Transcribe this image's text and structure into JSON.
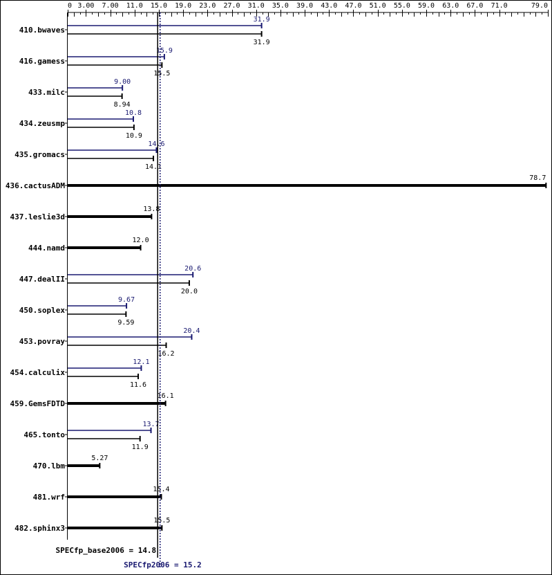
{
  "chart_data": {
    "type": "bar",
    "orientation": "horizontal",
    "colors": {
      "base": "#000000",
      "peak": "#191970"
    },
    "x_ticks": [
      "0",
      "3.00",
      "7.00",
      "11.0",
      "15.0",
      "19.0",
      "23.0",
      "27.0",
      "31.0",
      "35.0",
      "39.0",
      "43.0",
      "47.0",
      "51.0",
      "55.0",
      "59.0",
      "63.0",
      "67.0",
      "71.0",
      "79.0"
    ],
    "x_tick_values": [
      0,
      3,
      7,
      11,
      15,
      19,
      23,
      27,
      31,
      35,
      39,
      43,
      47,
      51,
      55,
      59,
      63,
      67,
      71,
      79
    ],
    "xlim": [
      0,
      79
    ],
    "categories": [
      "410.bwaves",
      "416.gamess",
      "433.milc",
      "434.zeusmp",
      "435.gromacs",
      "436.cactusADM",
      "437.leslie3d",
      "444.namd",
      "447.dealII",
      "450.soplex",
      "453.povray",
      "454.calculix",
      "459.GemsFDTD",
      "465.tonto",
      "470.lbm",
      "481.wrf",
      "482.sphinx3"
    ],
    "series": [
      {
        "name": "SPECfp2006",
        "role": "peak",
        "values": [
          31.9,
          15.9,
          9.0,
          10.8,
          14.6,
          null,
          null,
          null,
          20.6,
          9.67,
          20.4,
          12.1,
          null,
          13.7,
          null,
          null,
          null
        ],
        "labels": [
          "31.9",
          "15.9",
          "9.00",
          "10.8",
          "14.6",
          "",
          "",
          "",
          "20.6",
          "9.67",
          "20.4",
          "12.1",
          "",
          "13.7",
          "",
          "",
          ""
        ]
      },
      {
        "name": "SPECfp_base2006",
        "role": "base",
        "values": [
          31.9,
          15.5,
          8.94,
          10.9,
          14.1,
          78.7,
          13.8,
          12.0,
          20.0,
          9.59,
          16.2,
          11.6,
          16.1,
          11.9,
          5.27,
          15.4,
          15.5
        ],
        "labels": [
          "31.9",
          "15.5",
          "8.94",
          "10.9",
          "14.1",
          "78.7",
          "13.8",
          "12.0",
          "20.0",
          "9.59",
          "16.2",
          "11.6",
          "16.1",
          "11.9",
          "5.27",
          "15.4",
          "15.5"
        ]
      }
    ],
    "reference_lines": [
      {
        "name": "SPECfp_base2006",
        "label": "SPECfp_base2006 = 14.8",
        "value": 14.8,
        "style": "solid"
      },
      {
        "name": "SPECfp2006",
        "label": "SPECfp2006 = 15.2",
        "value": 15.2,
        "style": "dotted"
      }
    ]
  }
}
